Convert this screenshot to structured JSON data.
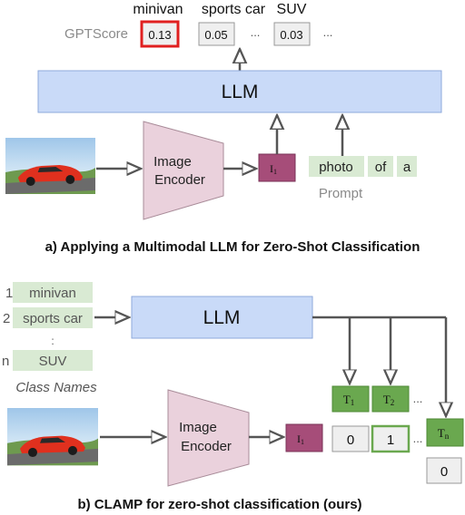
{
  "colors": {
    "llm_fill": "#c9daf8",
    "llm_stroke": "#8ea9db",
    "encoder_fill": "#ead1dc",
    "encoder_stroke": "#a88b98",
    "token_fill": "#a64d79",
    "green_fill": "#d9ead3",
    "green_dark": "#6aa84f",
    "score_fill": "#efefef",
    "highlight": "#e02020",
    "arrow": "#555555",
    "muted_text": "#8a8a8a"
  },
  "part_a": {
    "class_labels": [
      "minivan",
      "sports car",
      "SUV"
    ],
    "gptscore_label": "GPTScore",
    "scores": [
      "0.13",
      "0.05",
      "0.03"
    ],
    "ellipsis": "...",
    "llm_label": "LLM",
    "encoder_label_line1": "Image",
    "encoder_label_line2": "Encoder",
    "image_token": "I",
    "image_token_sub": "1",
    "prompt_tokens": [
      "photo",
      "of",
      "a"
    ],
    "prompt_label": "Prompt",
    "caption": "a) Applying a Multimodal LLM for Zero-Shot Classification"
  },
  "part_b": {
    "class_indices": [
      "1",
      "2",
      "n"
    ],
    "class_names": [
      "minivan",
      "sports car",
      "SUV"
    ],
    "vertical_ellipsis": ":",
    "class_names_label": "Class Names",
    "llm_label": "LLM",
    "text_tokens": [
      {
        "main": "T",
        "sub": "1"
      },
      {
        "main": "T",
        "sub": "2"
      },
      {
        "main": "T",
        "sub": "n"
      }
    ],
    "ellipsis": "...",
    "encoder_label_line1": "Image",
    "encoder_label_line2": "Encoder",
    "image_token": "I",
    "image_token_sub": "1",
    "outputs": [
      "0",
      "1",
      "0"
    ],
    "caption": "b) CLAMP for zero-shot classification (ours)"
  }
}
